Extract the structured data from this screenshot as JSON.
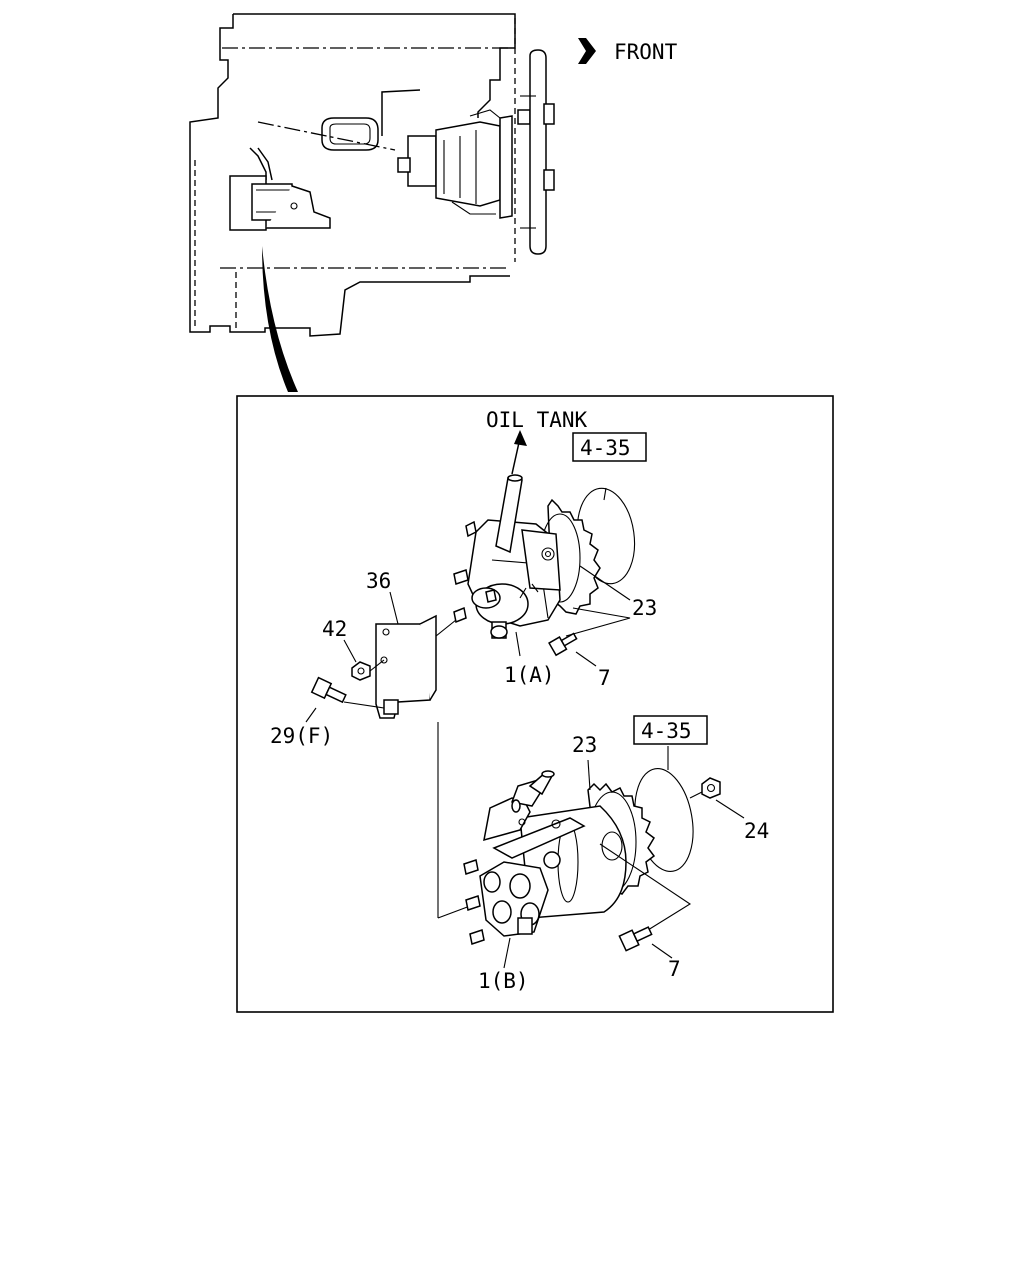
{
  "header": {
    "direction_label": "FRONT"
  },
  "detail": {
    "oil_tank_label": "OIL TANK",
    "ref_boxes": [
      "4-35",
      "4-35"
    ],
    "callouts": {
      "c36": "36",
      "c42": "42",
      "c29f": "29(F)",
      "c23_upper": "23",
      "c1a": "1(A)",
      "c7_upper": "7",
      "c23_lower": "23",
      "c24": "24",
      "c1b": "1(B)",
      "c7_lower": "7"
    }
  },
  "icons": {
    "front_arrow": "front-arrow-icon",
    "flow_arrow": "arrow-up-icon"
  }
}
